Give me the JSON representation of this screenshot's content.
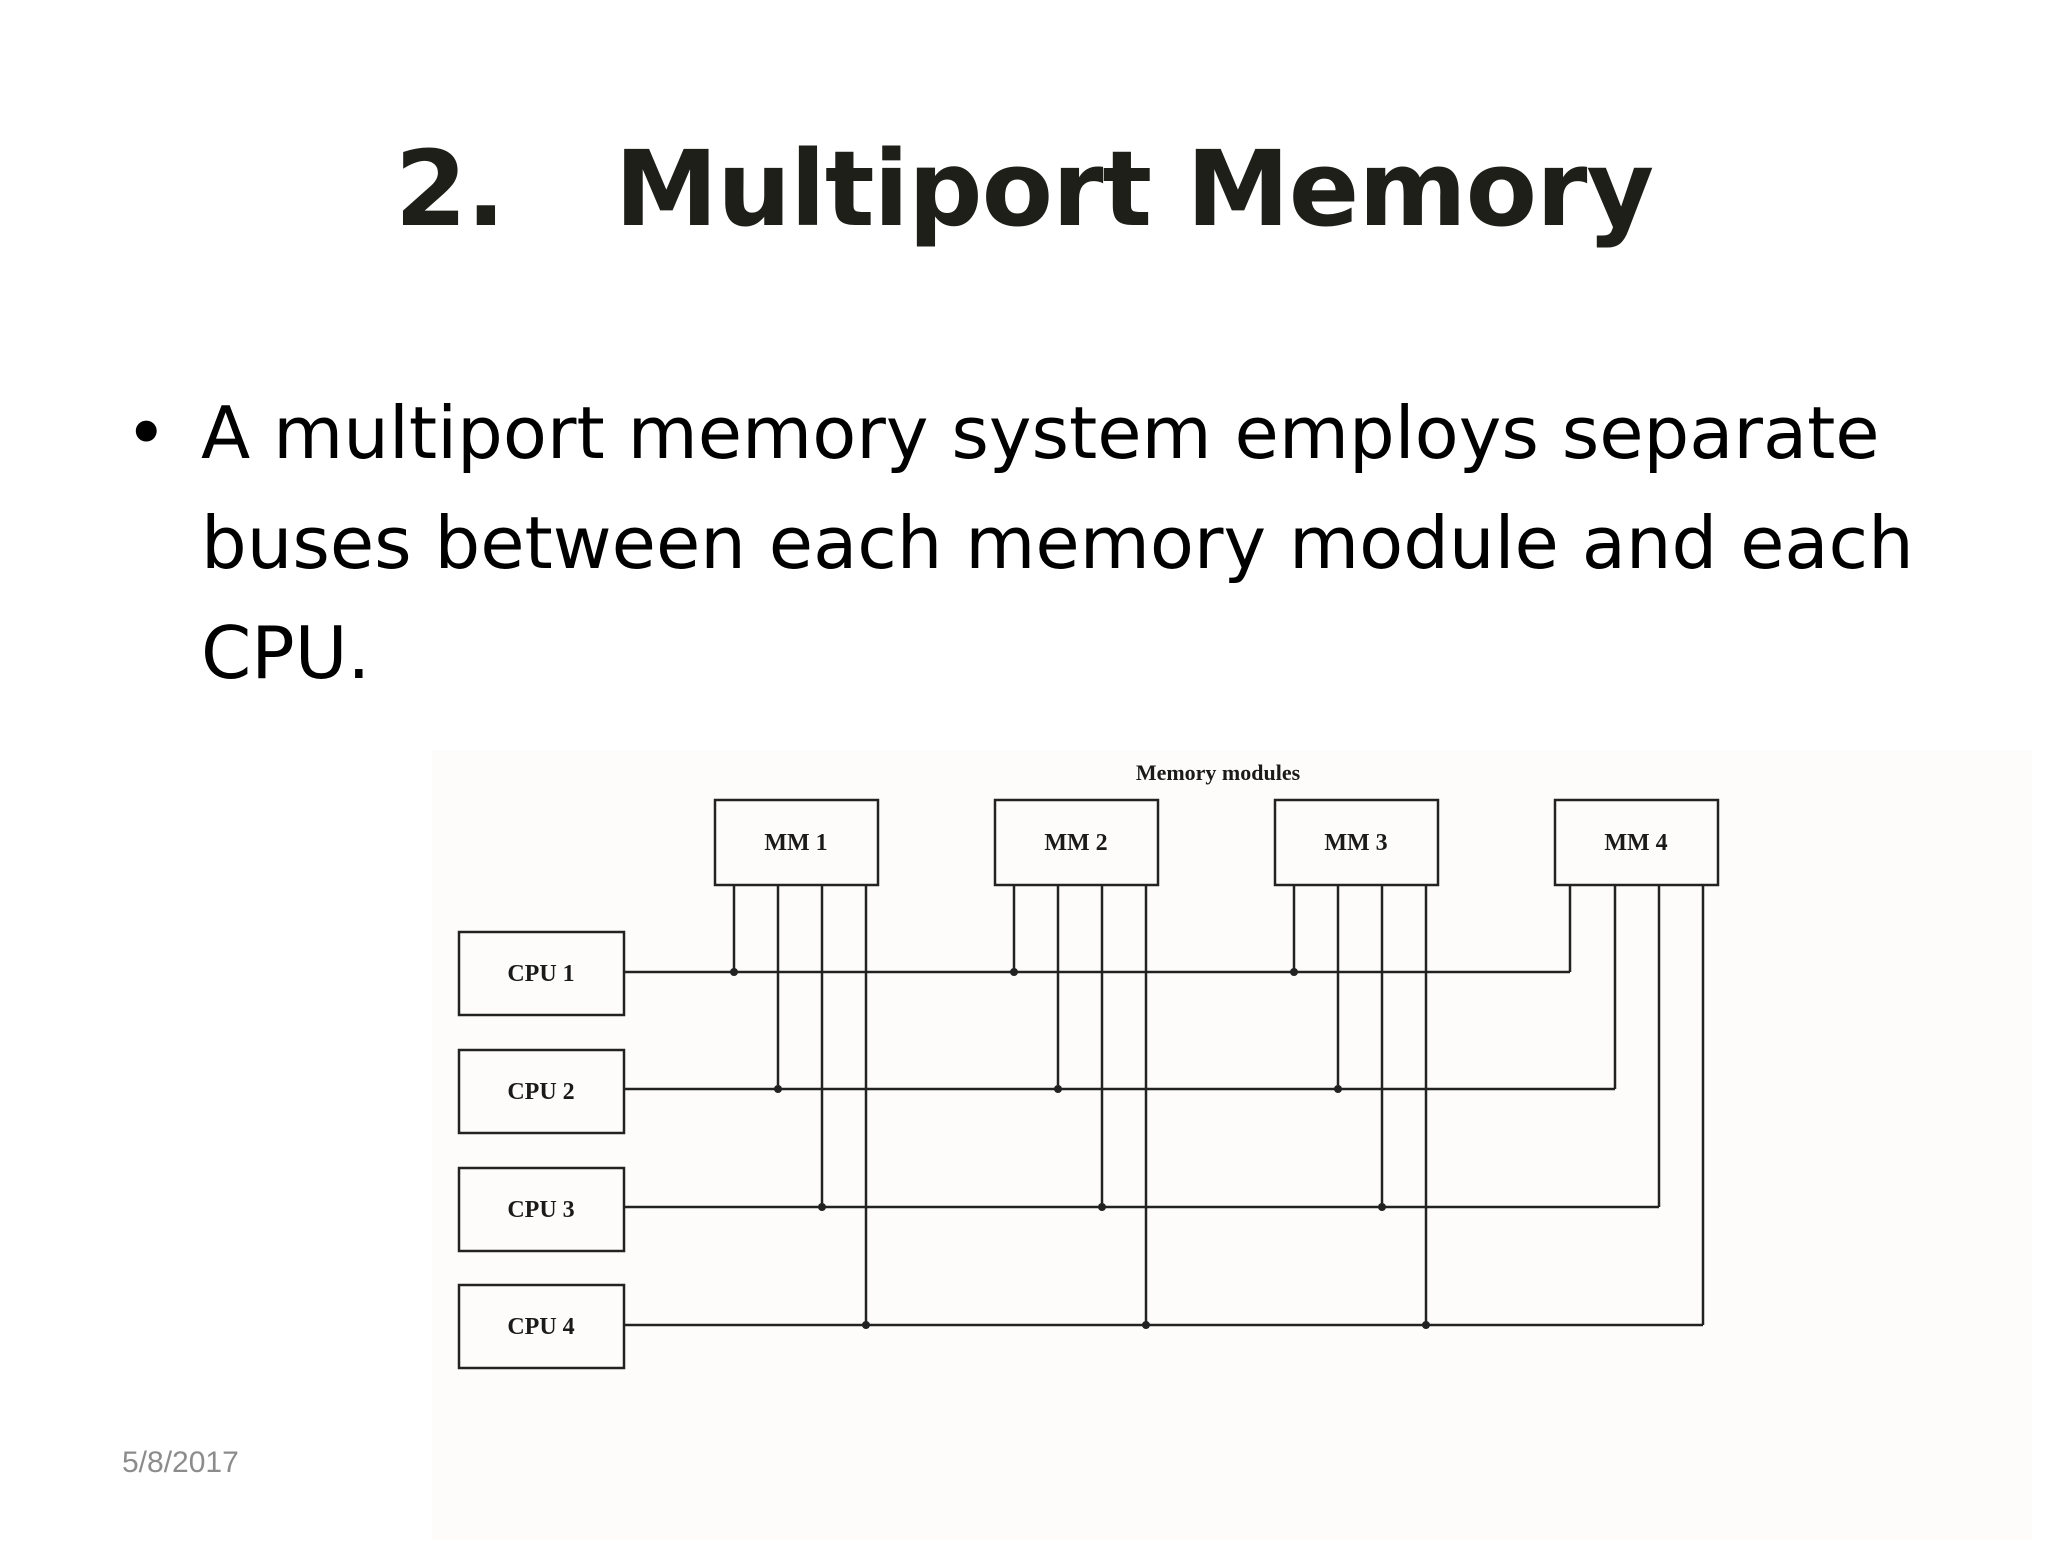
{
  "slide": {
    "title_number": "2.",
    "title_text": "Multiport Memory",
    "bullet": "A multiport memory system employs separate buses between each memory module and each CPU.",
    "date": "5/8/2017"
  },
  "diagram": {
    "header": "Memory modules",
    "memory_modules": [
      "MM 1",
      "MM 2",
      "MM 3",
      "MM 4"
    ],
    "cpus": [
      "CPU 1",
      "CPU 2",
      "CPU 3",
      "CPU 4"
    ]
  }
}
